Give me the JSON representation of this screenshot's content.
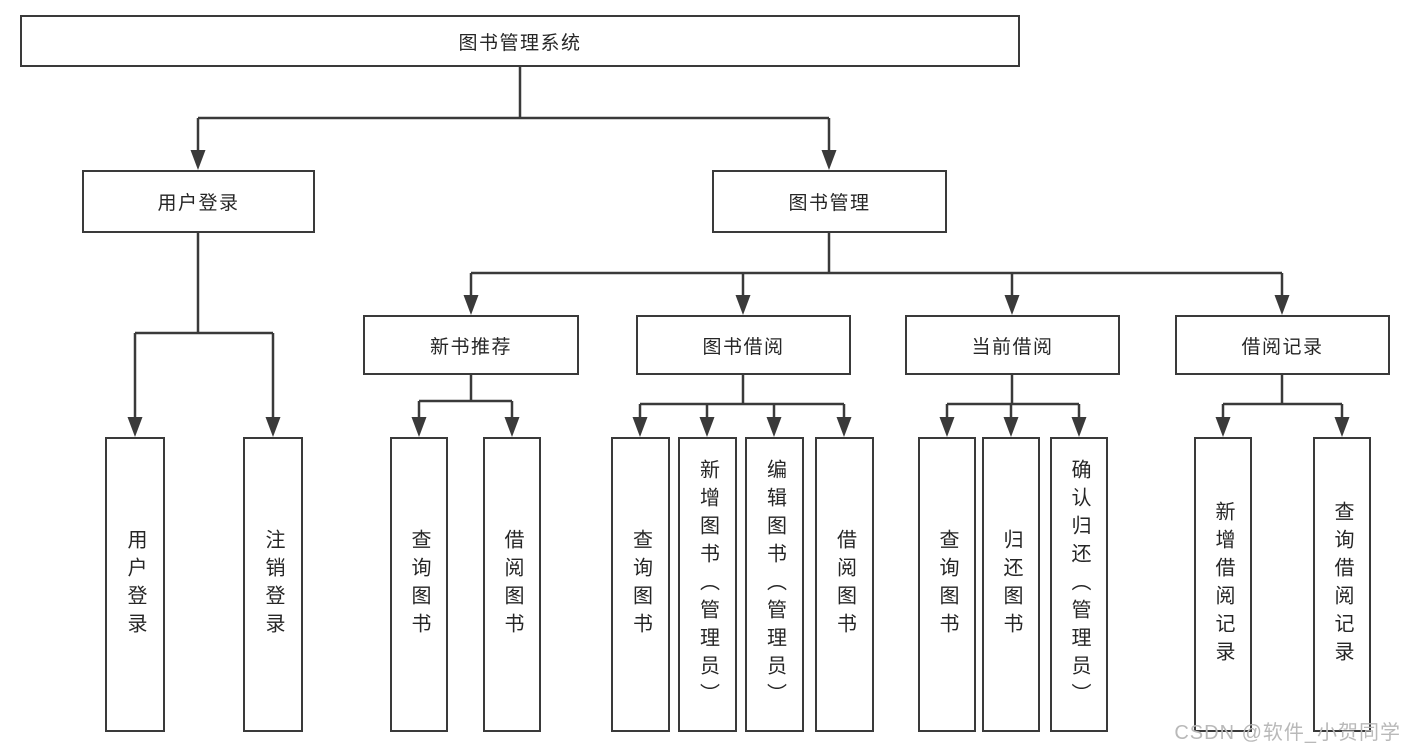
{
  "diagram": {
    "root": {
      "label": "图书管理系统"
    },
    "level2": [
      {
        "label": "用户登录"
      },
      {
        "label": "图书管理"
      }
    ],
    "level3": [
      {
        "label": "新书推荐"
      },
      {
        "label": "图书借阅"
      },
      {
        "label": "当前借阅"
      },
      {
        "label": "借阅记录"
      }
    ],
    "leaves": {
      "user_login": [
        {
          "label": "用户登录"
        },
        {
          "label": "注销登录"
        }
      ],
      "new_book": [
        {
          "label": "查询图书"
        },
        {
          "label": "借阅图书"
        }
      ],
      "book_borrow": [
        {
          "label": "查询图书"
        },
        {
          "label": "新增图书（管理员）"
        },
        {
          "label": "编辑图书（管理员）"
        },
        {
          "label": "借阅图书"
        }
      ],
      "current_borrow": [
        {
          "label": "查询图书"
        },
        {
          "label": "归还图书"
        },
        {
          "label": "确认归还（管理员）"
        }
      ],
      "records": [
        {
          "label": "新增借阅记录"
        },
        {
          "label": "查询借阅记录"
        }
      ]
    }
  },
  "watermark": {
    "text": "CSDN @软件_小贺同学"
  },
  "colors": {
    "line": "#3a3a3a",
    "text": "#262626",
    "background": "#ffffff",
    "watermark": "#b9b9b9"
  }
}
